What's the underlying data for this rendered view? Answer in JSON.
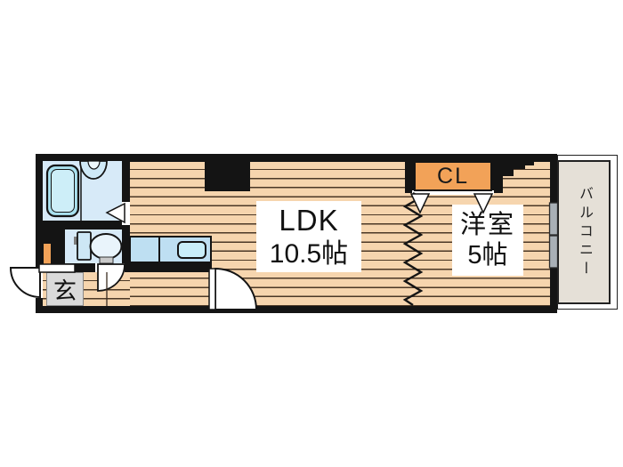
{
  "rooms": {
    "ldk": {
      "label": "LDK",
      "size": "10.5帖"
    },
    "western_room": {
      "label": "洋室",
      "size": "5帖"
    },
    "closet": {
      "label": "CL"
    },
    "entrance": {
      "label": "玄"
    },
    "balcony": {
      "label": "バルコニー"
    }
  },
  "colors": {
    "wall": "#141414",
    "floor": "#f6d5ae",
    "floor_line": "#4b3826",
    "water_room": "#d7eaf8",
    "tub": "#a9e1ef",
    "tub_inner": "#cdeef8",
    "basin": "#cfe9f7",
    "toilet_tank": "#cde7f5",
    "toilet_bowl": "#e9f4fb",
    "counter": "#bedff2",
    "sink": "#c9eef9",
    "closet": "#f2a258",
    "entrance_tile": "#dadada",
    "balcony": "#e5e0d7",
    "window_glass": "#a9b0b6"
  }
}
